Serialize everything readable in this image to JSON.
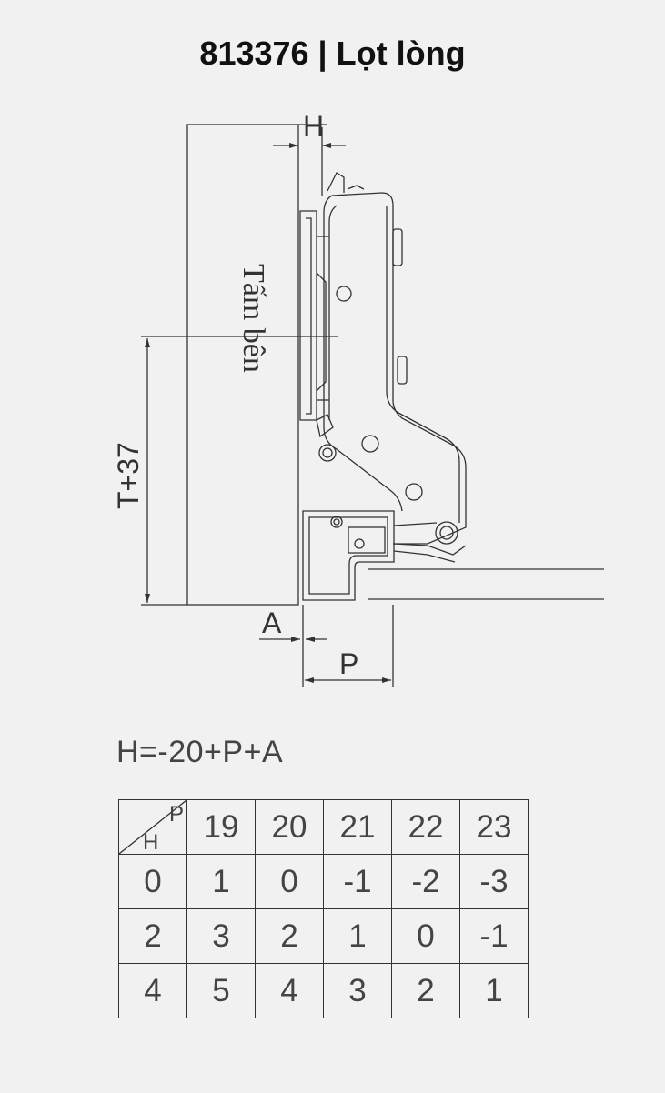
{
  "title": "813376 | Lọt lòng",
  "diagram": {
    "side_panel_label": "Tấm bên",
    "dim_H": "H",
    "dim_T37": "T+37",
    "dim_A": "A",
    "dim_P": "P"
  },
  "formula": "H=-20+P+A",
  "table": {
    "corner_p": "P",
    "corner_h": "H",
    "header": [
      "19",
      "20",
      "21",
      "22",
      "23"
    ],
    "rows": [
      {
        "h": "0",
        "values": [
          "1",
          "0",
          "-1",
          "-2",
          "-3"
        ]
      },
      {
        "h": "2",
        "values": [
          "3",
          "2",
          "1",
          "0",
          "-1"
        ]
      },
      {
        "h": "4",
        "values": [
          "5",
          "4",
          "3",
          "2",
          "1"
        ]
      }
    ]
  }
}
